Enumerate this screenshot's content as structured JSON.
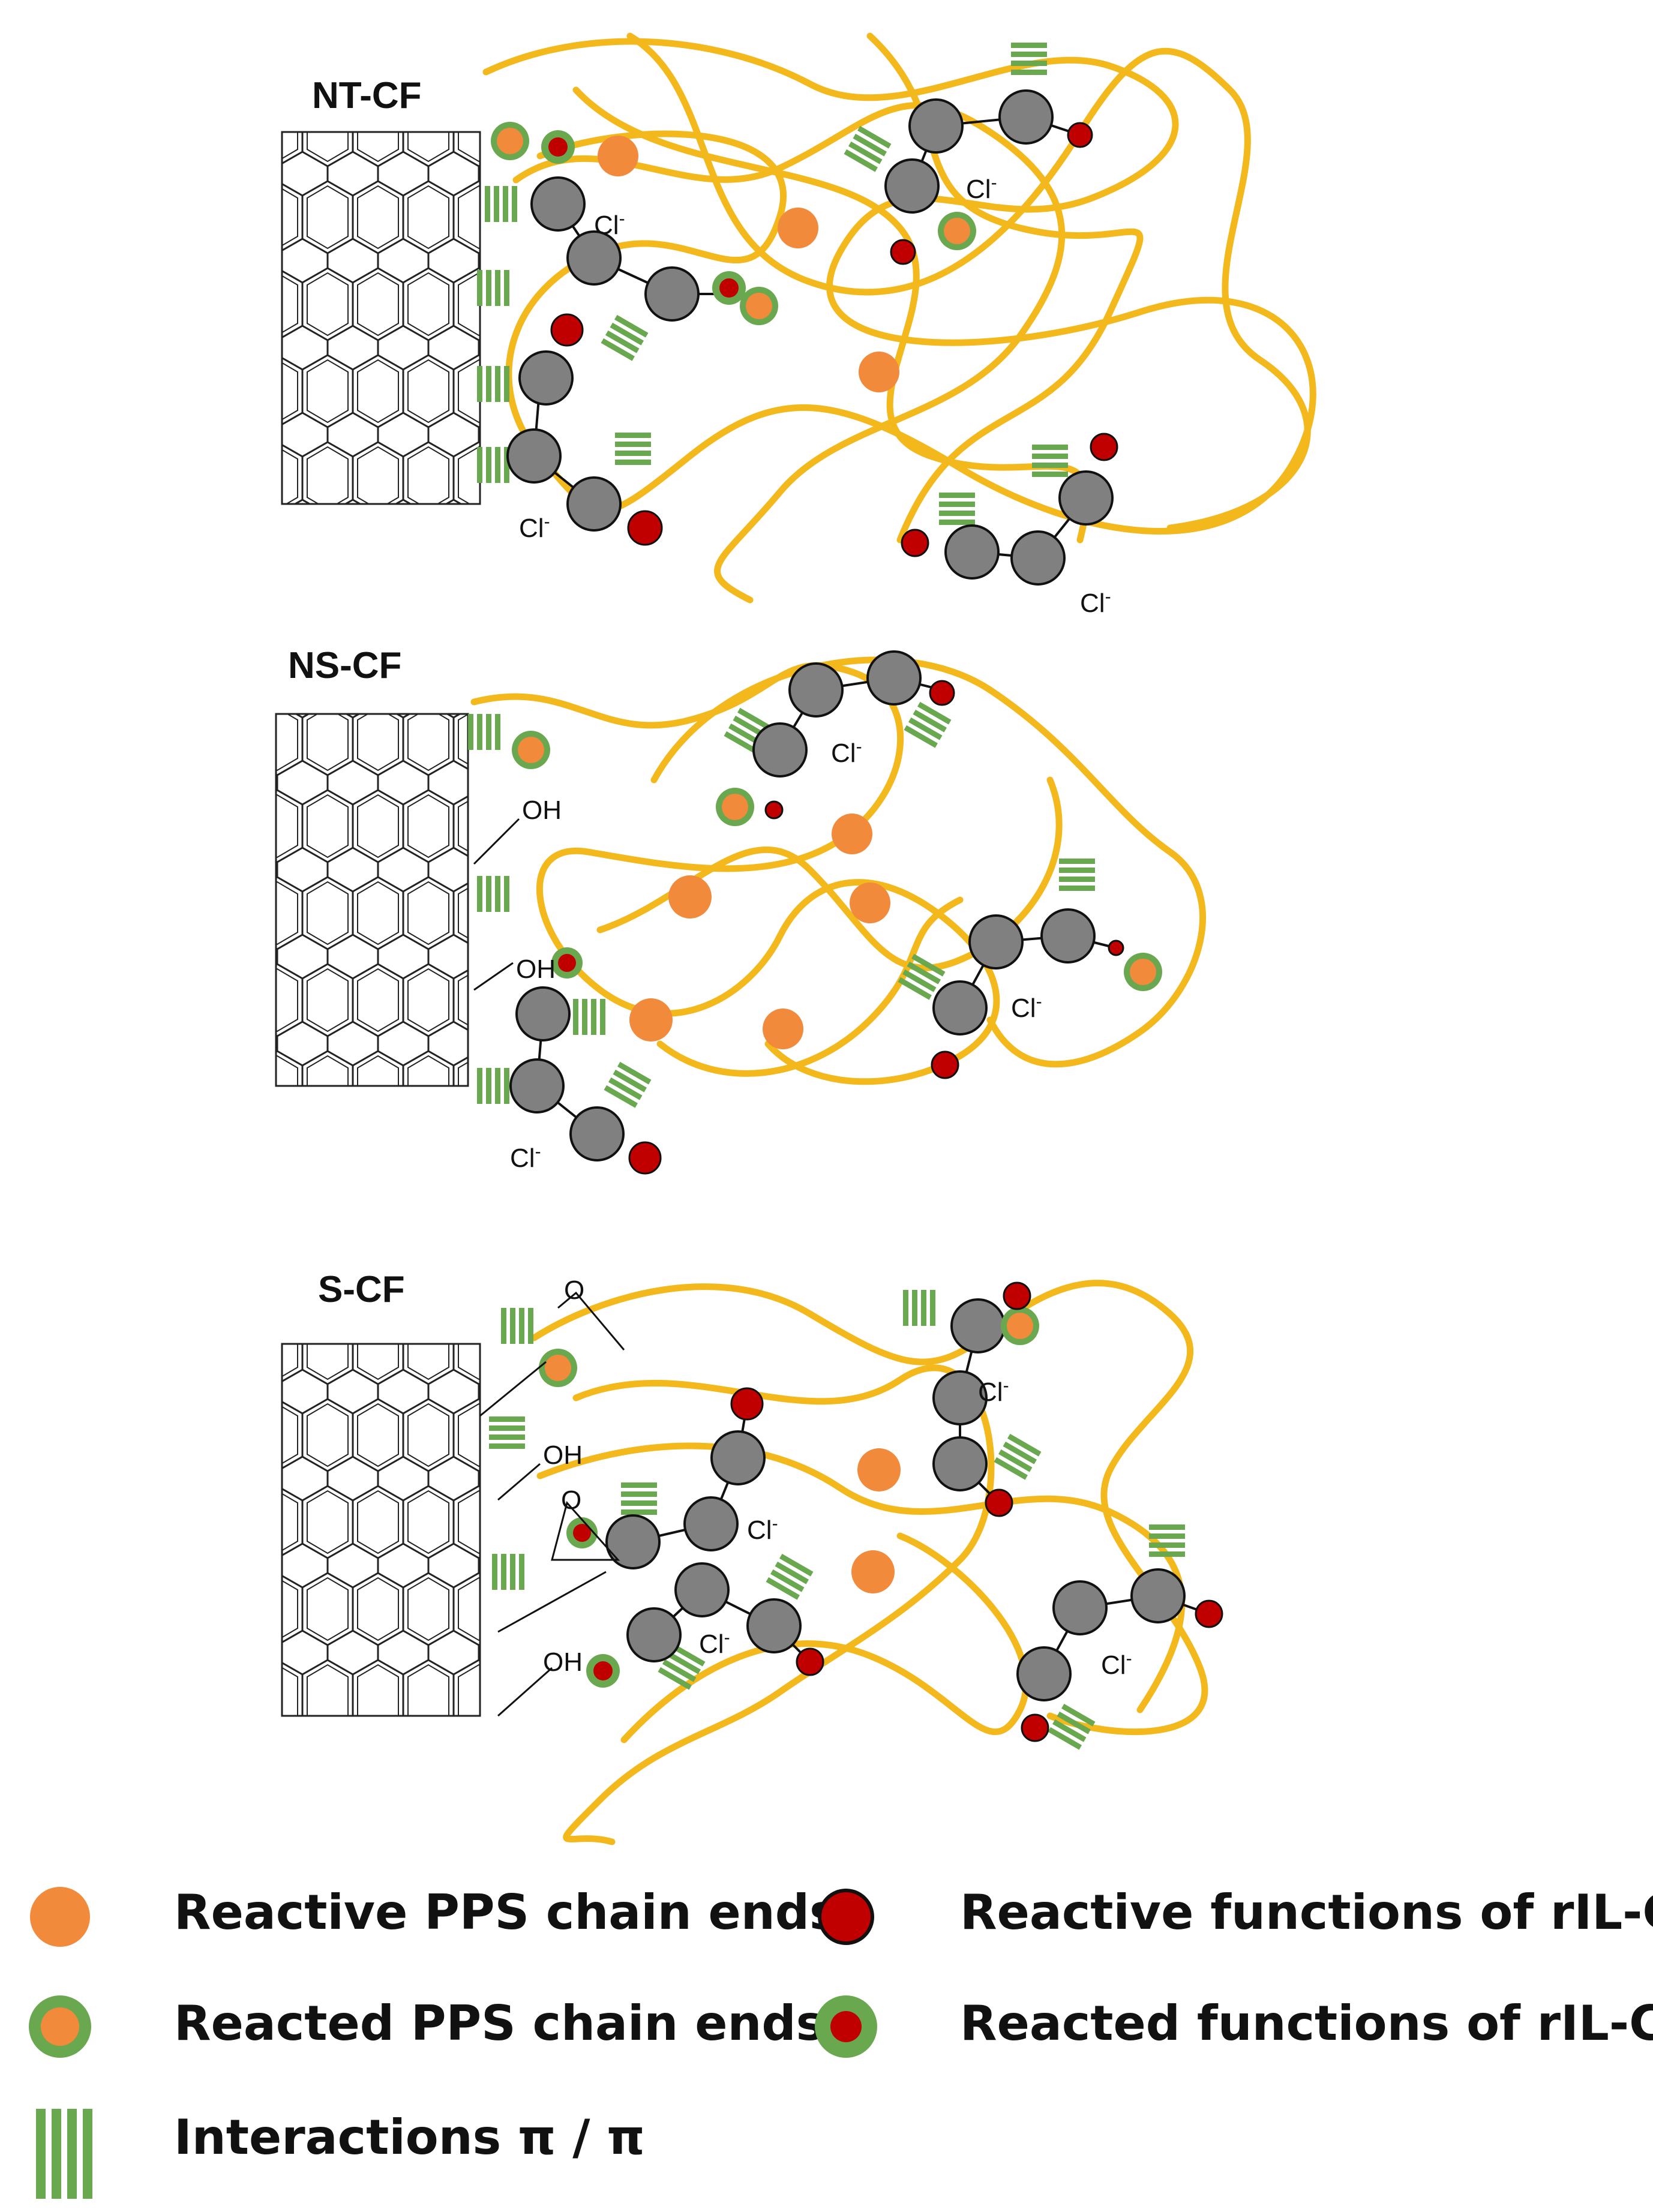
{
  "panels": [
    {
      "id": "nt",
      "label": "NT-CF"
    },
    {
      "id": "ns",
      "label": "NS-CF"
    },
    {
      "id": "s",
      "label": "S-CF"
    }
  ],
  "chem": {
    "chloride": "Cl",
    "chloride_charge": "-",
    "hydroxyl": "OH",
    "epoxide_o": "O"
  },
  "legend": {
    "reactive_pps": "Reactive PPS chain ends",
    "reacted_pps": "Reacted PPS chain ends",
    "reactive_ril": "Reactive functions of rIL-Cl",
    "reacted_ril": "Reacted functions of rIL-Cl",
    "pi_pi": "Interactions π / π"
  },
  "colors": {
    "polymer_chain": "#f2b81c",
    "pps_end": "#f28a3c",
    "reacted_ring": "#6aa84f",
    "ril_function": "#c00000",
    "ionic_liquid_node": "#808080",
    "pi_stack": "#6aa84f",
    "nanotube": "#222222"
  }
}
